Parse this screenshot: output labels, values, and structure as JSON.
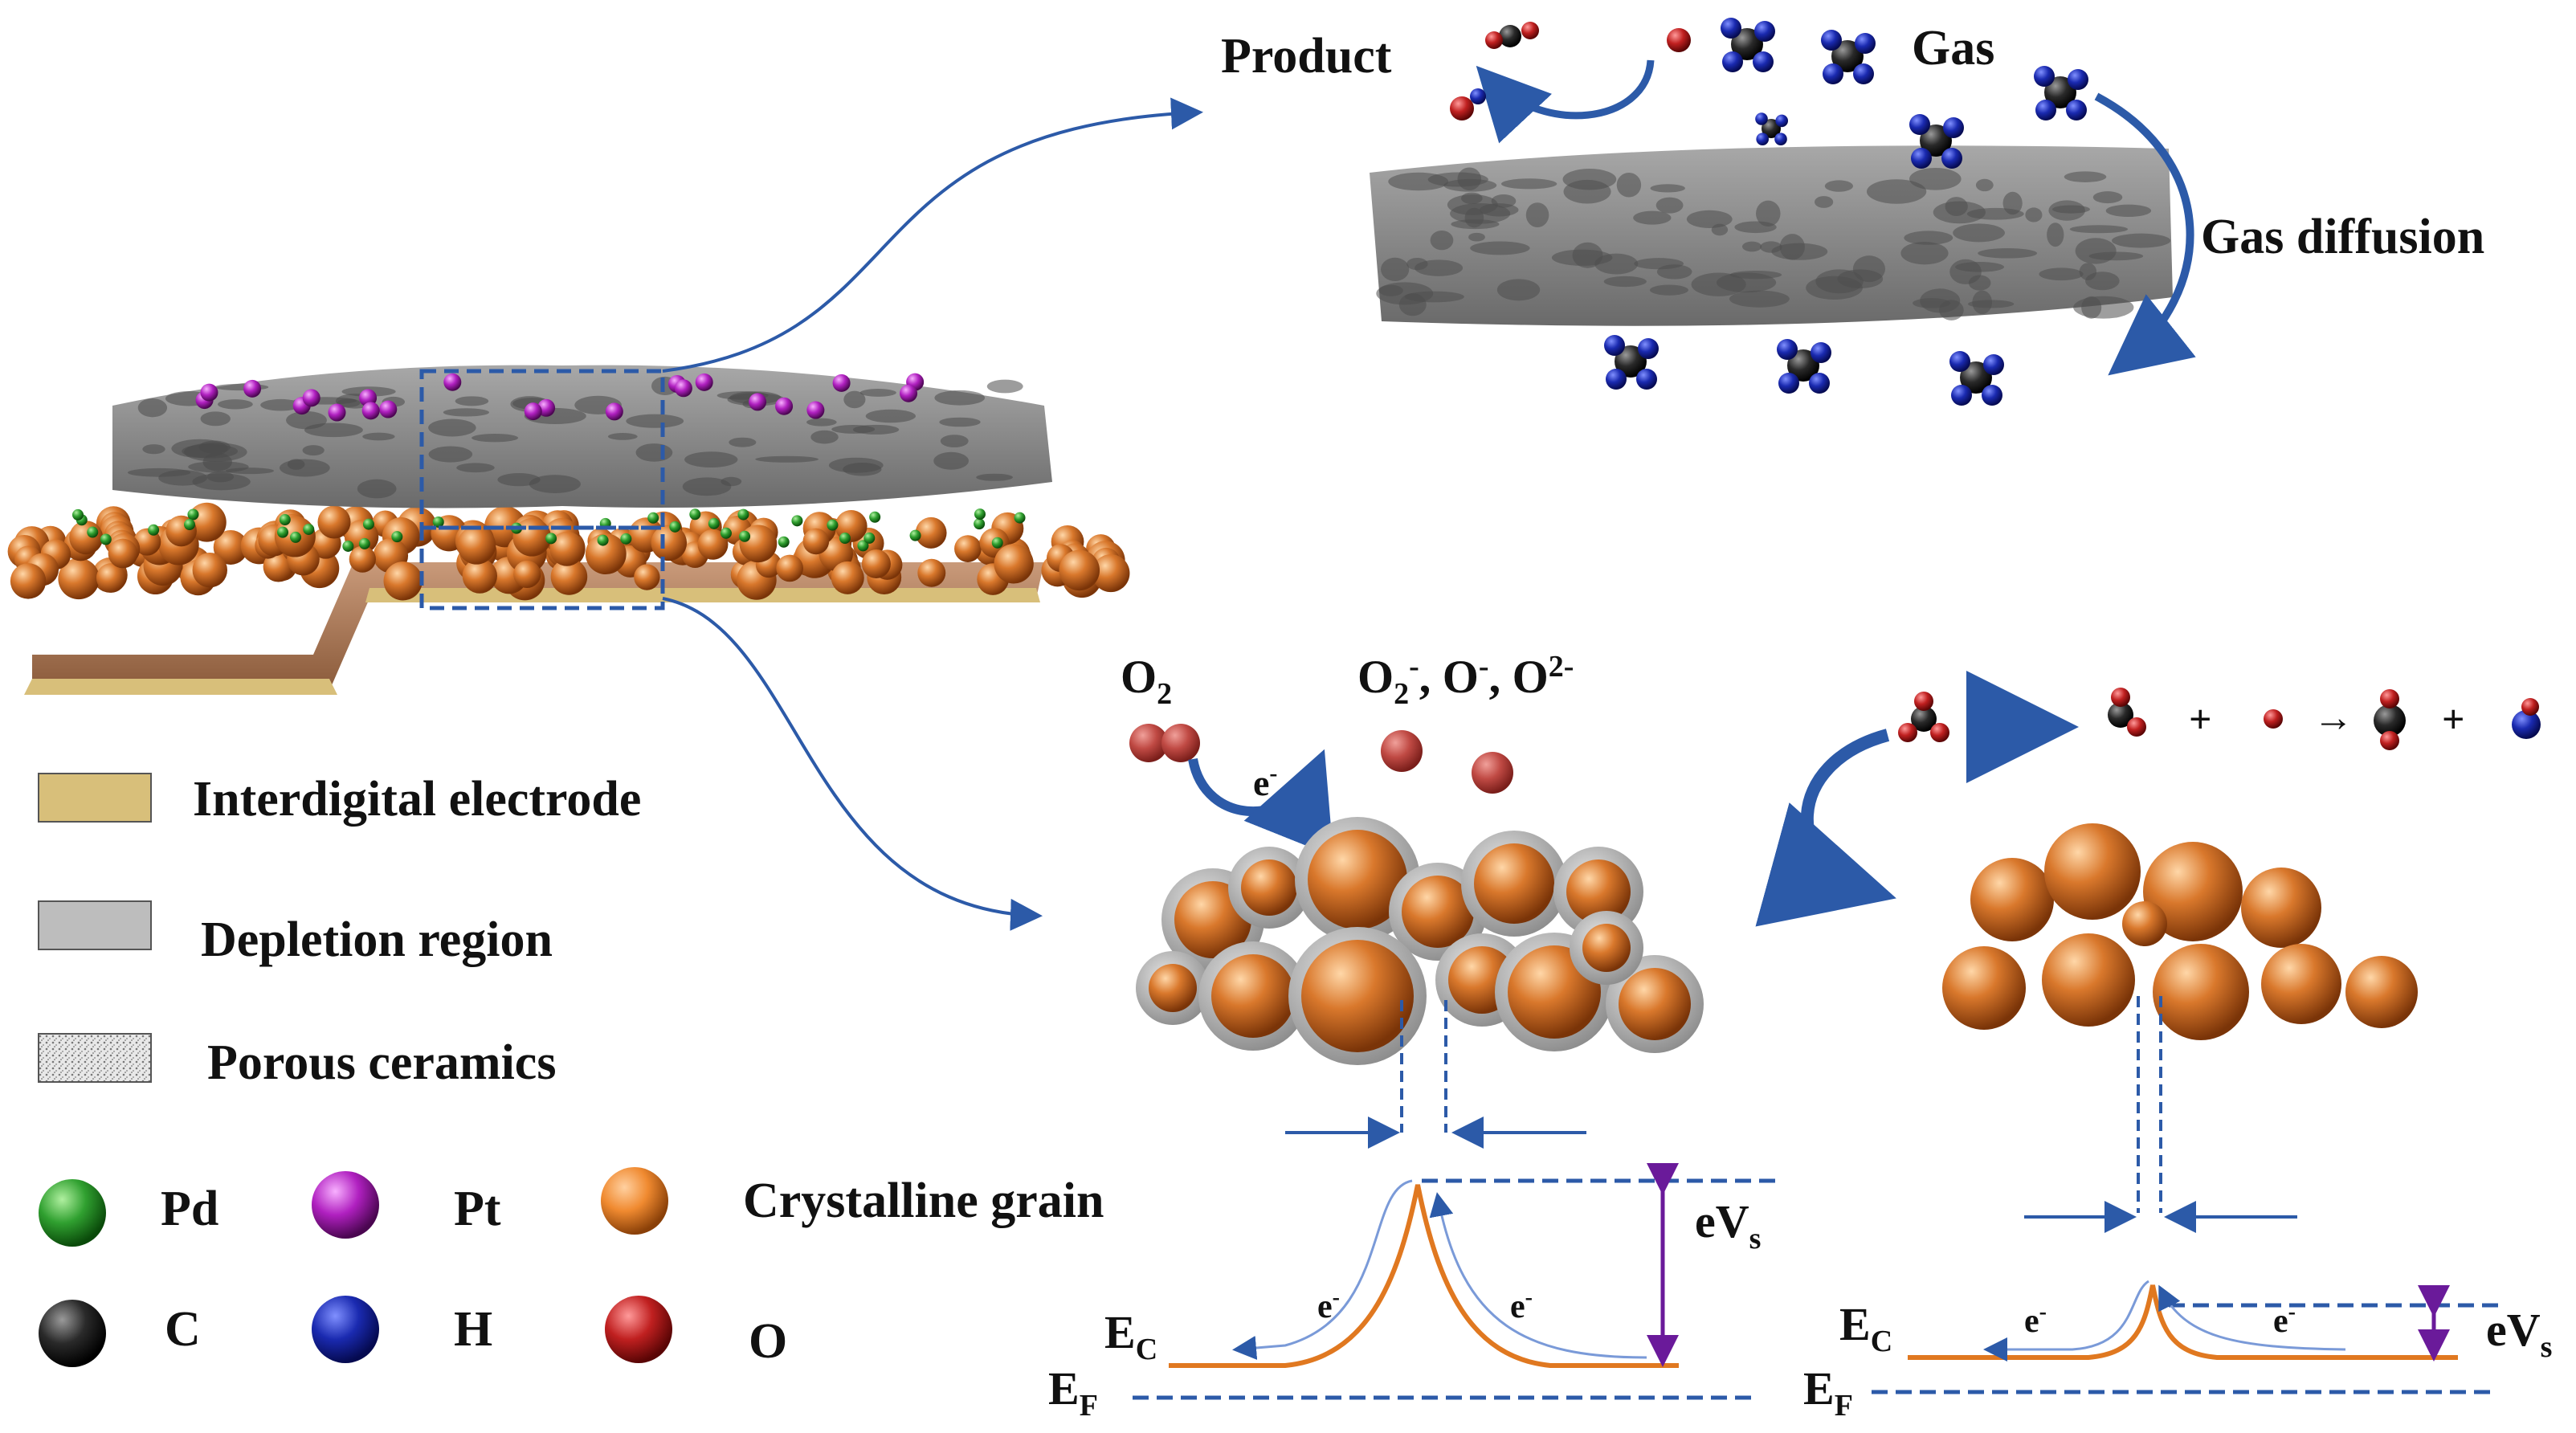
{
  "labels": {
    "product": "Product",
    "gas": "Gas",
    "gas_diffusion": "Gas diffusion",
    "o2_main": "O",
    "o2_sub": "2",
    "electron": "e",
    "electron_sup": "-",
    "species_text": "O2-, O-, O2-",
    "ev_main": "eV",
    "ev_sub": "s",
    "ec_main": "E",
    "ec_sub": "C",
    "ef_main": "E",
    "ef_sub": "F"
  },
  "legend": {
    "interdigital_electrode": "Interdigital electrode",
    "depletion_region": "Depletion region",
    "porous_ceramics": "Porous ceramics",
    "pd": "Pd",
    "pt": "Pt",
    "crystalline_grain": "Crystalline grain",
    "c": "C",
    "h": "H",
    "o": "O"
  },
  "colors": {
    "electrode": "#d8bf7a",
    "depletion": "#bdbdbd",
    "grain": "#c8631c",
    "pd": "#2f9e2f",
    "pt": "#b020c0",
    "c": "#1a1a1a",
    "h": "#1a2aa8",
    "o": "#b01818",
    "arrow": "#2c5aa8",
    "band": "#e07820",
    "ev_arrow": "#6a1a9a"
  }
}
